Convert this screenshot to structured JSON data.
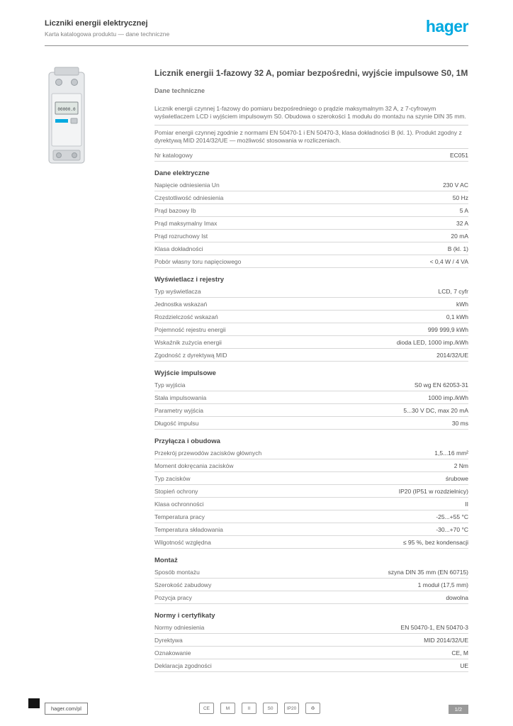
{
  "header": {
    "line1": "Liczniki energii elektrycznej",
    "line2": "Karta katalogowa produktu — dane techniczne",
    "logo": "hager"
  },
  "colors": {
    "brand": "#00a9e0",
    "rule": "#8f8f8f",
    "text": "#58585a"
  },
  "main": {
    "title": "Licznik energii 1-fazowy 32 A, pomiar bezpośredni, wyjście impulsowe S0, 1M",
    "subtitle": "Dane techniczne"
  },
  "sections": [
    {
      "heading": "",
      "paragraphs": [
        "Licznik energii czynnej 1-fazowy do pomiaru bezpośredniego o prądzie maksymalnym 32 A, z 7-cyfrowym wyświetlaczem LCD i wyjściem impulsowym S0. Obudowa o szerokości 1 modułu do montażu na szynie DIN 35 mm.",
        "Pomiar energii czynnej zgodnie z normami EN 50470-1 i EN 50470-3, klasa dokładności B (kl. 1). Produkt zgodny z dyrektywą MID 2014/32/UE — możliwość stosowania w rozliczeniach."
      ],
      "rows": []
    },
    {
      "heading": "",
      "rows": [
        {
          "label": "Nr katalogowy",
          "value": "EC051"
        }
      ]
    },
    {
      "heading": "Dane elektryczne",
      "rows": [
        {
          "label": "Napięcie odniesienia Un",
          "value": "230 V AC"
        },
        {
          "label": "Częstotliwość odniesienia",
          "value": "50 Hz"
        },
        {
          "label": "Prąd bazowy Ib",
          "value": "5 A"
        },
        {
          "label": "Prąd maksymalny Imax",
          "value": "32 A"
        },
        {
          "label": "Prąd rozruchowy Ist",
          "value": "20 mA"
        },
        {
          "label": "Klasa dokładności",
          "value": "B (kl. 1)"
        },
        {
          "label": "Pobór własny toru napięciowego",
          "value": "< 0,4 W / 4 VA"
        }
      ]
    },
    {
      "heading": "Wyświetlacz i rejestry",
      "rows": [
        {
          "label": "Typ wyświetlacza",
          "value": "LCD, 7 cyfr"
        },
        {
          "label": "Jednostka wskazań",
          "value": "kWh"
        },
        {
          "label": "Rozdzielczość wskazań",
          "value": "0,1 kWh"
        },
        {
          "label": "Pojemność rejestru energii",
          "value": "999 999,9 kWh"
        },
        {
          "label": "Wskaźnik zużycia energii",
          "value": "dioda LED, 1000 imp./kWh"
        }
      ]
    },
    {
      "heading": "",
      "rows": [
        {
          "label": "Zgodność z dyrektywą MID",
          "value": "2014/32/UE"
        }
      ]
    },
    {
      "heading": "Wyjście impulsowe",
      "rows": [
        {
          "label": "Typ wyjścia",
          "value": "S0 wg EN 62053-31"
        },
        {
          "label": "Stała impulsowania",
          "value": "1000 imp./kWh"
        },
        {
          "label": "Parametry wyjścia",
          "value": "5...30 V DC, max 20 mA"
        },
        {
          "label": "Długość impulsu",
          "value": "30 ms"
        }
      ]
    },
    {
      "heading": "Przyłącza i obudowa",
      "rows": [
        {
          "label": "Przekrój przewodów zacisków głównych",
          "value": "1,5...16 mm²"
        },
        {
          "label": "Moment dokręcania zacisków",
          "value": "2 Nm"
        },
        {
          "label": "Typ zacisków",
          "value": "śrubowe"
        },
        {
          "label": "Stopień ochrony",
          "value": "IP20 (IP51 w rozdzielnicy)"
        },
        {
          "label": "Klasa ochronności",
          "value": "II"
        }
      ]
    },
    {
      "heading": "",
      "rows": [
        {
          "label": "Temperatura pracy",
          "value": "-25...+55 °C"
        },
        {
          "label": "Temperatura składowania",
          "value": "-30...+70 °C"
        },
        {
          "label": "Wilgotność względna",
          "value": "≤ 95 %, bez kondensacji"
        }
      ]
    },
    {
      "heading": "Montaż",
      "rows": [
        {
          "label": "Sposób montażu",
          "value": "szyna DIN 35 mm (EN 60715)"
        },
        {
          "label": "Szerokość zabudowy",
          "value": "1 moduł (17,5 mm)"
        },
        {
          "label": "Pozycja pracy",
          "value": "dowolna"
        }
      ]
    },
    {
      "heading": "Normy i certyfikaty",
      "rows": [
        {
          "label": "Normy odniesienia",
          "value": "EN 50470-1, EN 50470-3"
        },
        {
          "label": "Dyrektywa",
          "value": "MID 2014/32/UE"
        },
        {
          "label": "Oznakowanie",
          "value": "CE, M"
        },
        {
          "label": "Deklaracja zgodności",
          "value": "UE"
        }
      ]
    }
  ],
  "footer": {
    "site": "hager.com/pl",
    "page": "1/2",
    "certifications": [
      {
        "name": "ce-mark-icon",
        "glyph": "CE"
      },
      {
        "name": "mid-mark-icon",
        "glyph": "M"
      },
      {
        "name": "class2-insulation-icon",
        "glyph": "II"
      },
      {
        "name": "s0-output-icon",
        "glyph": "S0"
      },
      {
        "name": "ip-rating-icon",
        "glyph": "IP20"
      },
      {
        "name": "recycling-icon",
        "glyph": "♻"
      }
    ]
  }
}
